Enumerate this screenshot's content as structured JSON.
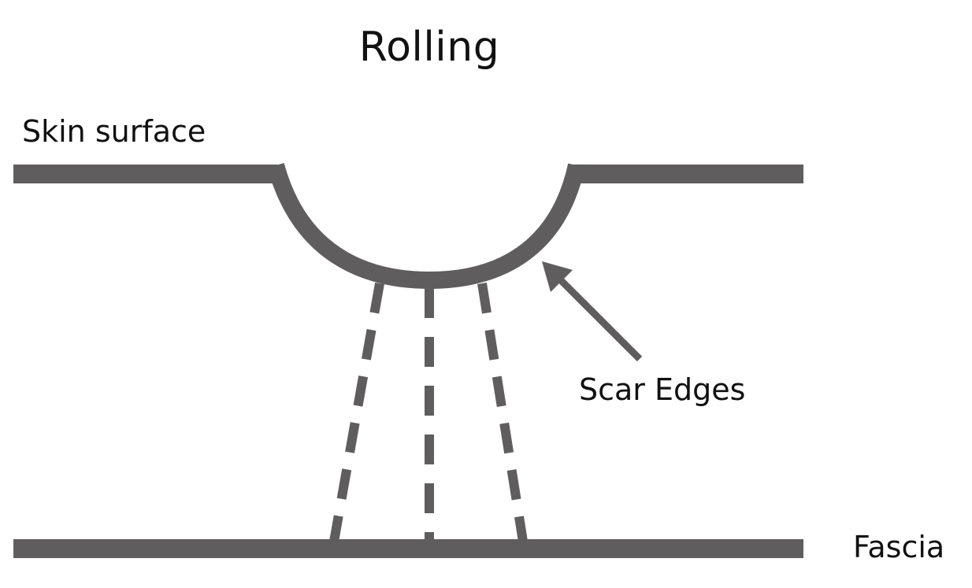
{
  "title": "Rolling",
  "labels": {
    "skin_surface": "Skin surface",
    "scar_edges": "Scar Edges",
    "fascia": "Fascia"
  },
  "colors": {
    "line": "#5f5d5d",
    "text": "#111111",
    "background": "#ffffff"
  },
  "elements": {
    "tethers": 3,
    "arrow_count": 1
  }
}
